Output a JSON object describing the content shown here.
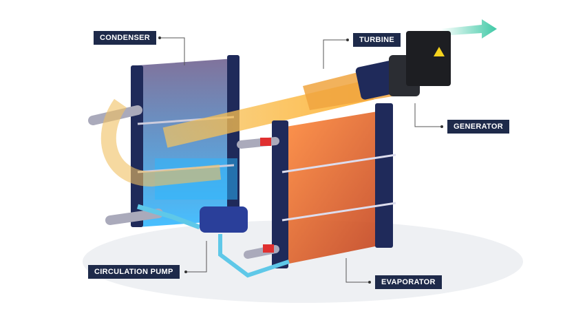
{
  "labels": {
    "condenser": "CONDENSER",
    "turbine": "TURBINE",
    "generator": "GENERATOR",
    "circulation_pump": "CIRCULATION PUMP",
    "evaporator": "EVAPORATOR"
  },
  "colors": {
    "label_bg": "#1e2a4a",
    "frame": "#1f2a5a",
    "hot": "#ff6a2a",
    "cold": "#2aa8ff",
    "vapor": "#f5b53a",
    "output_arrow": "#3fc9a6"
  }
}
